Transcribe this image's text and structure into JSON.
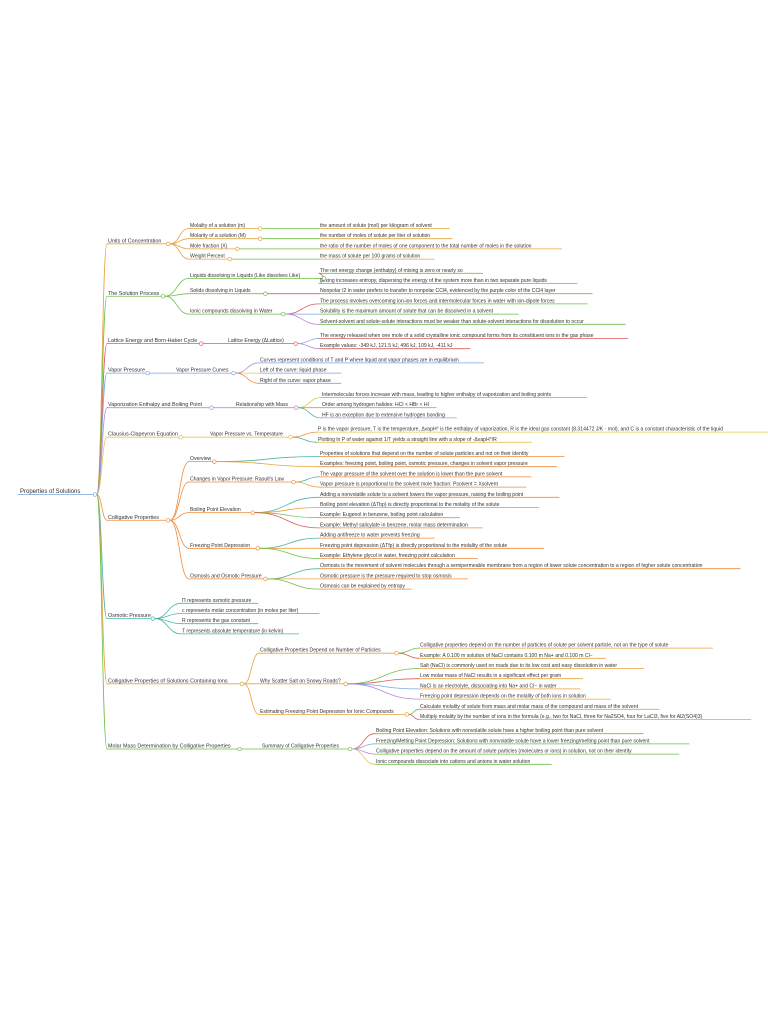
{
  "root": "Properties of Solutions",
  "colors": [
    "#e8a33d",
    "#6fbf4a",
    "#e05a5a",
    "#7aa6e0",
    "#b98ad8",
    "#e6c84b",
    "#f08b3c",
    "#4fb3a6"
  ],
  "branches": [
    {
      "label": "Units of Concentration",
      "children": [
        {
          "label": "Molality of a solution (m)",
          "children": [
            {
              "label": "the amount of solute (mol) per kilogram of solvent"
            }
          ]
        },
        {
          "label": "Molarity of a solution (M)",
          "children": [
            {
              "label": "the number of moles of solute per liter of solution"
            }
          ]
        },
        {
          "label": "Mole fraction (X)",
          "children": [
            {
              "label": "the ratio of the number of moles of one component to the total number of moles in the solution"
            }
          ]
        },
        {
          "label": "Weight Percent",
          "children": [
            {
              "label": "the mass of solute per 100 grams of solution"
            }
          ]
        }
      ]
    },
    {
      "label": "The Solution Process",
      "children": [
        {
          "label": "Liquids dissolving in Liquids (Like dissolves Like)",
          "children": [
            {
              "label": "The net energy change (enthalpy) of mixing is zero or nearly so"
            },
            {
              "label": "Mixing increases entropy, dispersing the energy of the system more than in two separate pure liquids"
            }
          ]
        },
        {
          "label": "Solids dissolving in Liquids",
          "children": [
            {
              "label": "Nonpolar I2 in water prefers to transfer to nonpolar CCl4, evidenced by the purple color of the CCl4 layer"
            }
          ]
        },
        {
          "label": "Ionic compounds dissolving in Water",
          "children": [
            {
              "label": "The process involves overcoming ion-ion forces and intermolecular forces in water with ion-dipole forces"
            },
            {
              "label": "Solubility is the maximum amount of solute that can be dissolved in a solvent"
            },
            {
              "label": "Solvent-solvent and solute-solute interactions must be weaker than solute-solvent interactions for dissolution to occur"
            }
          ]
        }
      ]
    },
    {
      "label": "Lattice Energy and Born-Haber Cycle",
      "children": [
        {
          "label": "Lattice Energy (ΔLattice)",
          "children": [
            {
              "label": "The energy released when one mole of a solid crystalline ionic compound forms from its constituent ions in the gas phase"
            },
            {
              "label": "Example values: -349 kJ, 121.5 kJ, 496 kJ, 109 kJ, -411 kJ"
            }
          ]
        }
      ]
    },
    {
      "label": "Vapor Pressure",
      "children": [
        {
          "label": "Vapor Pressure Curves",
          "children": [
            {
              "label": "Curves represent conditions of T and P where liquid and vapor phases are in equilibrium"
            },
            {
              "label": "Left of the curve: liquid phase"
            },
            {
              "label": "Right of the curve: vapor phase"
            }
          ]
        }
      ]
    },
    {
      "label": "Vaporization Enthalpy and Boiling Point",
      "children": [
        {
          "label": "Relationship with Mass",
          "children": [
            {
              "label": "Intermolecular forces increase with mass, leading to higher enthalpy of vaporization and boiling points"
            },
            {
              "label": "Order among hydrogen halides: HCl < HBr < HI"
            },
            {
              "label": "HF is an exception due to extensive hydrogen bonding"
            }
          ]
        }
      ]
    },
    {
      "label": "Clausius-Clapeyron Equation",
      "children": [
        {
          "label": "Vapor Pressure vs. Temperature",
          "children": [
            {
              "label": "P is the vapor pressure, T is the temperature, ΔvapH° is the enthalpy of vaporization, R is the ideal gas constant (8.314472 J/K · mol), and C is a constant characteristic of the liquid"
            },
            {
              "label": "Plotting ln P of water against 1/T yields a straight line with a slope of -ΔvapH°/R"
            }
          ]
        }
      ]
    },
    {
      "label": "Colligative Properties",
      "children": [
        {
          "label": "Overview",
          "children": [
            {
              "label": "Properties of solutions that depend on the number of solute particles and not on their identity"
            },
            {
              "label": "Examples: freezing point, boiling point, osmotic pressure, changes in solvent vapor pressure"
            }
          ]
        },
        {
          "label": "Changes in Vapor Pressure: Raoult's Law",
          "children": [
            {
              "label": "The vapor pressure of the solvent over the solution is lower than the pure solvent"
            },
            {
              "label": "Vapor pressure is proportional to the solvent mole fraction: Psolvent = Xsolvent"
            }
          ]
        },
        {
          "label": "Boiling Point Elevation",
          "children": [
            {
              "label": "Adding a nonvolatile solute to a solvent lowers the vapor pressure, raising the boiling point"
            },
            {
              "label": "Boiling point elevation (ΔTbp) is directly proportional to the molality of the solute"
            },
            {
              "label": "Example: Eugenol in benzene, boiling point calculation"
            },
            {
              "label": "Example: Methyl salicylate in benzene, molar mass determination"
            }
          ]
        },
        {
          "label": "Freezing Point Depression",
          "children": [
            {
              "label": "Adding antifreeze to water prevents freezing"
            },
            {
              "label": "Freezing point depression (ΔTfp) is directly proportional to the molality of the solute"
            },
            {
              "label": "Example: Ethylene glycol in water, freezing point calculation"
            }
          ]
        },
        {
          "label": "Osmosis and Osmotic Pressure",
          "children": [
            {
              "label": "Osmosis is the movement of solvent molecules through a semipermeable membrane from a region of lower solute concentration to a region of higher solute concentration"
            },
            {
              "label": "Osmotic pressure is the pressure required to stop osmosis"
            },
            {
              "label": "Osmosis can be explained by entropy"
            }
          ]
        }
      ]
    },
    {
      "label": "Osmotic Pressure",
      "children": [
        {
          "label": "Π represents osmotic pressure"
        },
        {
          "label": "c represents molar concentration (in moles per liter)"
        },
        {
          "label": "R represents the gas constant"
        },
        {
          "label": "T represents absolute temperature (in kelvin)"
        }
      ]
    },
    {
      "label": "Colligative Properties of Solutions Containing Ions",
      "children": [
        {
          "label": "Colligative Properties Depend on Number of Particles",
          "children": [
            {
              "label": "Colligative properties depend on the number of particles of solute per solvent particle, not on the type of solute"
            },
            {
              "label": "Example: A 0.100 m solution of NaCl contains 0.100 m Na+ and 0.100 m Cl−"
            }
          ]
        },
        {
          "label": "Why Scatter Salt on Snowy Roads?",
          "children": [
            {
              "label": "Salt (NaCl) is commonly used on roads due to its low cost and easy dissolution in water"
            },
            {
              "label": "Low molar mass of NaCl results in a significant effect per gram"
            },
            {
              "label": "NaCl is an electrolyte, dissociating into Na+ and Cl− in water"
            },
            {
              "label": "Freezing point depression depends on the molality of both ions in solution"
            }
          ]
        },
        {
          "label": "Estimating Freezing Point Depression for Ionic Compounds",
          "children": [
            {
              "label": "Calculate molality of solute from mass and molar mass of the compound and mass of the solvent"
            },
            {
              "label": "Multiply molality by the number of ions in the formula (e.g., two for NaCl, three for Na2SO4, four for LaCl3, five for Al2(SO4)3)"
            }
          ]
        }
      ]
    },
    {
      "label": "Molar Mass Determination by Colligative Properties",
      "children": [
        {
          "label": "Summary of Colligative Properties",
          "children": [
            {
              "label": "Boiling Point Elevation: Solutions with nonvolatile solute have a higher boiling point than pure solvent"
            },
            {
              "label": "Freezing/Melting Point Depression: Solutions with nonvolatile solute have a lower freezing/melting point than pure solvent"
            },
            {
              "label": "Colligative properties depend on the amount of solute particles (molecules or ions) in solution, not on their identity"
            },
            {
              "label": "Ionic compounds dissociate into cations and anions in water solution"
            }
          ]
        }
      ]
    }
  ]
}
